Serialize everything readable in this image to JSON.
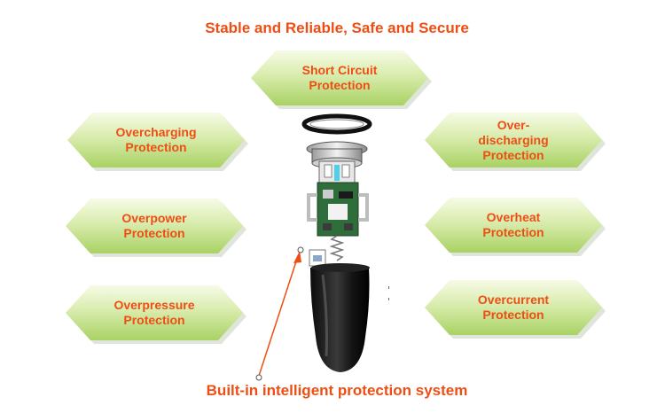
{
  "title": "Stable and Reliable, Safe and Secure",
  "footer": "Built-in intelligent protection system",
  "badges": [
    {
      "label": "Short Circuit\nProtection"
    },
    {
      "label": "Overcharging\nProtection"
    },
    {
      "label": "Over-\ndischarging\nProtection"
    },
    {
      "label": "Overpower\nProtection"
    },
    {
      "label": "Overheat\nProtection"
    },
    {
      "label": "Overpressure\nProtection"
    },
    {
      "label": "Overcurrent\nProtection"
    }
  ],
  "colors": {
    "accent": "#ee4e14",
    "badge_top": "#f6fbe6",
    "badge_bottom": "#a9d264",
    "pcb": "#2f6d3a",
    "led": "#4fd0e6"
  },
  "icons": {
    "device": "exploded-car-charger-illustration",
    "pointer": "leader-line-arrow",
    "chip": "chip-label-icon"
  }
}
